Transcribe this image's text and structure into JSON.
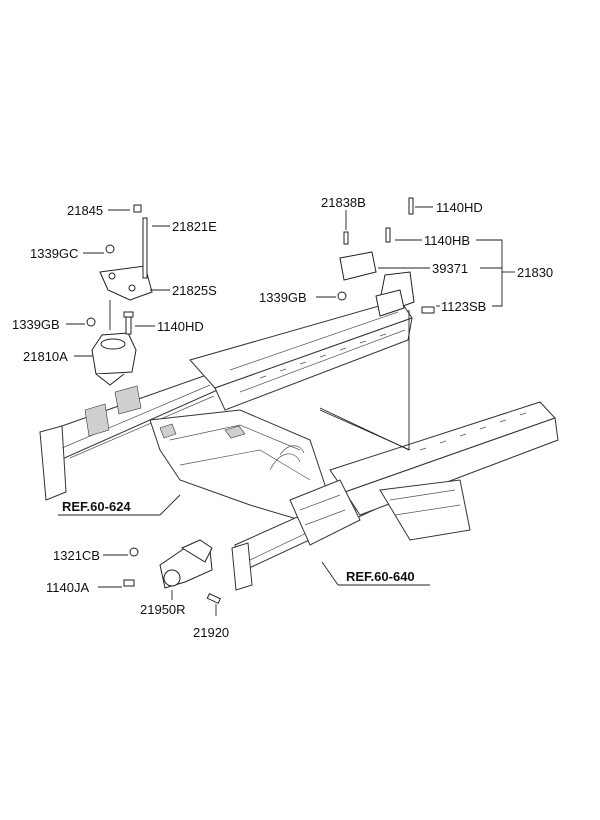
{
  "labels": {
    "p21845": "21845",
    "p21821E": "21821E",
    "p1339GC": "1339GC",
    "p21825S": "21825S",
    "p1339GB_left": "1339GB",
    "p1140HD_left": "1140HD",
    "p21810A": "21810A",
    "p21838B": "21838B",
    "p1140HD_right": "1140HD",
    "p1140HB": "1140HB",
    "p39371": "39371",
    "p21830": "21830",
    "p1339GB_right": "1339GB",
    "p1123SB": "1123SB",
    "p1321CB": "1321CB",
    "p1140JA": "1140JA",
    "p21950R": "21950R",
    "p21920": "21920"
  },
  "references": {
    "ref_left": "REF.60-624",
    "ref_right": "REF.60-640"
  }
}
